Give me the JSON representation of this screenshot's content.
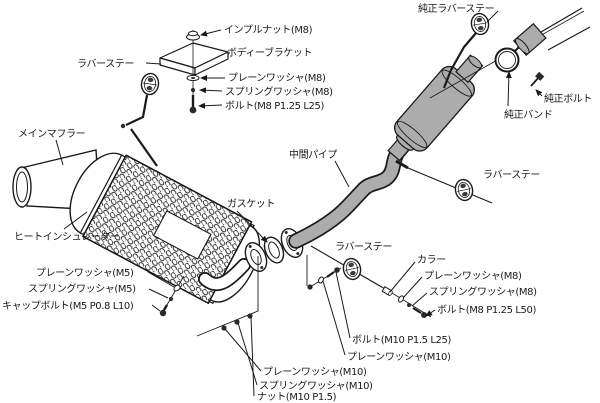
{
  "diagram": {
    "kind": "exhaust-system-exploded-parts-diagram"
  },
  "labels": {
    "impl_nut": "インプルナット(M8)",
    "body_bracket": "ボディーブラケット",
    "plain_washer_m8": "プレーンワッシャ(M8)",
    "spring_washer_m8": "スプリングワッシャ(M8)",
    "bolt_m8_l25": "ボルト(M8 P1.25 L25)",
    "rubber_stay": "ラバーステー",
    "oem_rubber_stay": "純正ラバーステー",
    "oem_bolt": "純正ボルト",
    "oem_band": "純正バンド",
    "main_muffler": "メインマフラー",
    "middle_pipe": "中間パイプ",
    "gasket": "ガスケット",
    "heat_insulator": "ヒートインシュレーター",
    "collar": "カラー",
    "bolt_m8_l50": "ボルト(M8 P1.25 L50)",
    "plain_washer_m5": "プレーンワッシャ(M5)",
    "spring_washer_m5": "スプリングワッシャ(M5)",
    "cap_bolt_m5": "キャップボルト(M5 P0.8 L10)",
    "bolt_m10_l25": "ボルト(M10 P1.5 L25)",
    "plain_washer_m10": "プレーンワッシャ(M10)",
    "spring_washer_m10": "スプリングワッシャ(M10)",
    "nut_m10": "ナット(M10 P1.5)"
  },
  "colors": {
    "line": "#1a1a1a",
    "pipe_fill": "#acacac",
    "hardware_fill": "#2a2a2a",
    "background": "#ffffff"
  }
}
